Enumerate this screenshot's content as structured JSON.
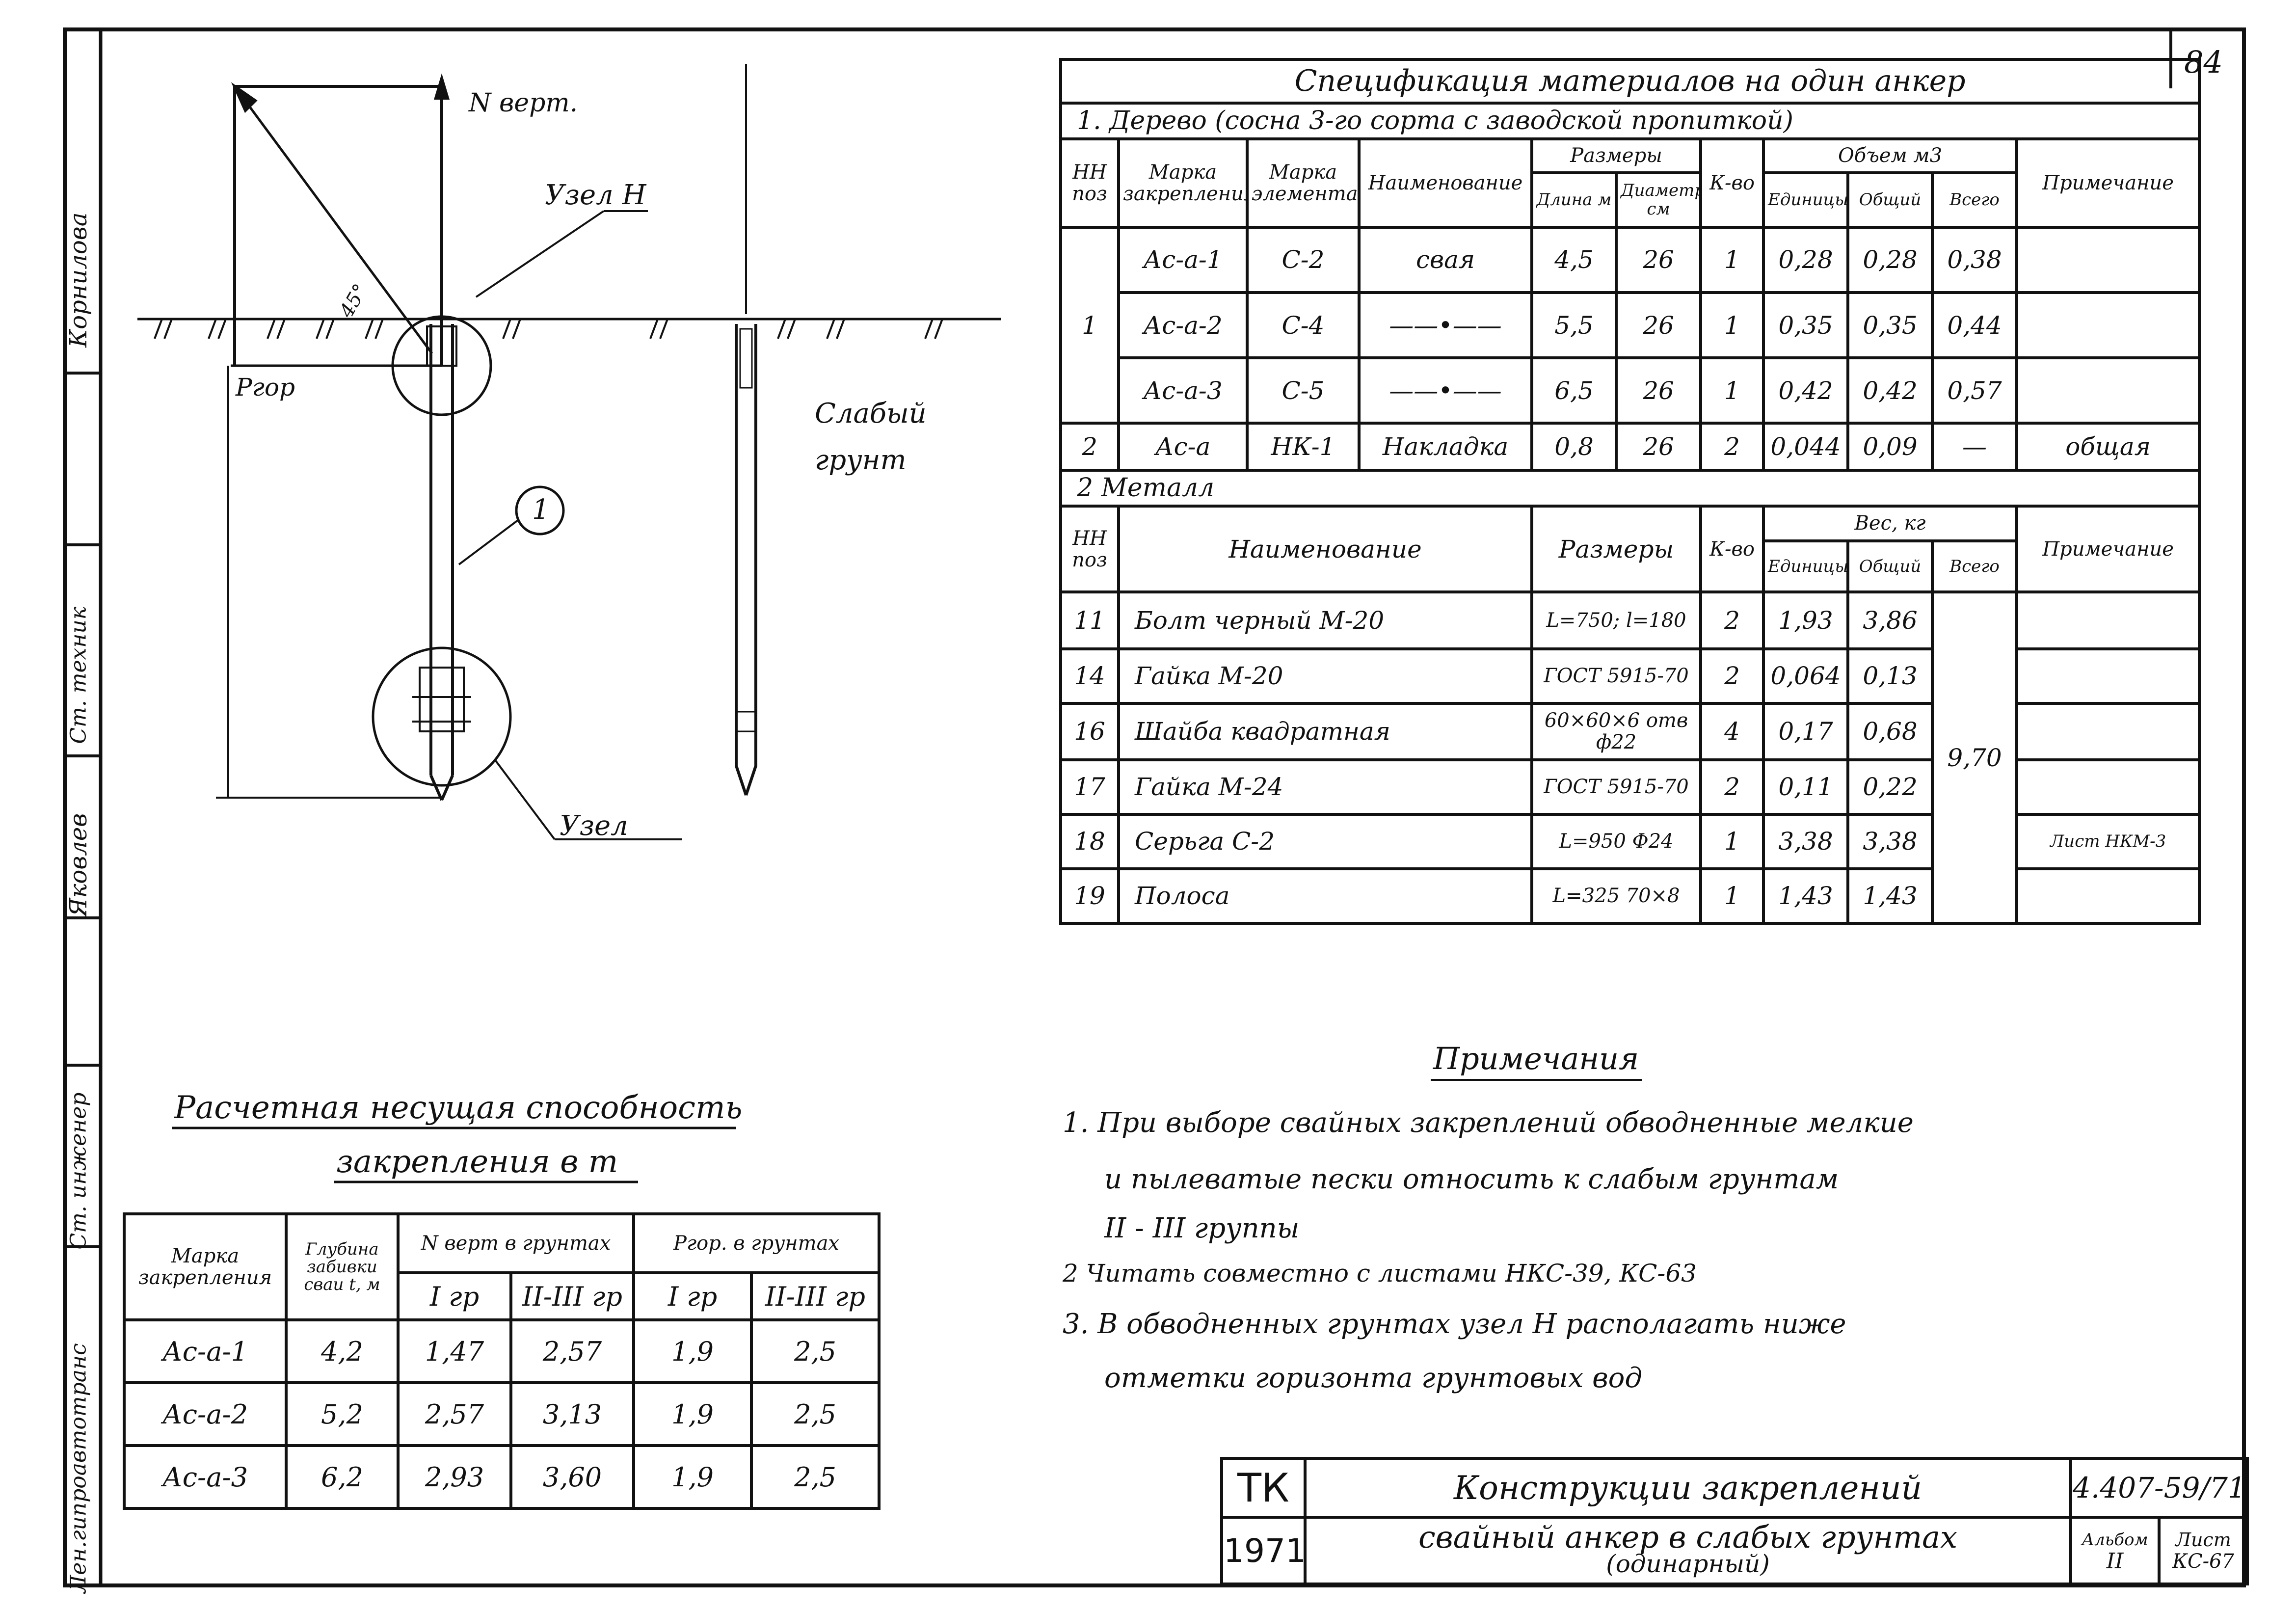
{
  "sheet_number": "84",
  "side_stamp": [
    "Лен.гипроавтотранс",
    "Ст. инженер",
    "Яковлев",
    "Ст. техник",
    "Корнилова"
  ],
  "drawing": {
    "label_n_vert": "N верт.",
    "label_node_n": "Узел Н",
    "label_p_gor": "Pгор",
    "label_angle": "45°",
    "label_position": "1",
    "label_weak_soil_1": "Слабый",
    "label_weak_soil_2": "грунт",
    "label_node": "Узел"
  },
  "spec_table": {
    "title": "Спецификация материалов на один анкер",
    "section1": "1. Дерево (сосна 3-го сорта с заводской пропиткой)",
    "headers1": {
      "pos": "НН поз",
      "mark_anchor": "Марка закрепления",
      "mark_element": "Марка элемента",
      "name": "Наименование",
      "dims": "Размеры",
      "length": "Длина м",
      "diameter": "Диаметр см",
      "qty": "К-во",
      "volume": "Объем м3",
      "unit": "Единицы",
      "total_all": "Общий",
      "sum": "Всего",
      "note": "Примечание"
    },
    "wood_rows": [
      {
        "pos": "",
        "mark": "Ас-а-1",
        "element": "С-2",
        "name": "свая",
        "length": "4,5",
        "diameter": "26",
        "qty": "1",
        "unit": "0,28",
        "total": "0,28",
        "sum": "0,38",
        "note": ""
      },
      {
        "pos": "1",
        "mark": "Ас-а-2",
        "element": "С-4",
        "name": "——•——",
        "length": "5,5",
        "diameter": "26",
        "qty": "1",
        "unit": "0,35",
        "total": "0,35",
        "sum": "0,44",
        "note": ""
      },
      {
        "pos": "",
        "mark": "Ас-а-3",
        "element": "С-5",
        "name": "——•——",
        "length": "6,5",
        "diameter": "26",
        "qty": "1",
        "unit": "0,42",
        "total": "0,42",
        "sum": "0,57",
        "note": ""
      },
      {
        "pos": "2",
        "mark": "Ас-а",
        "element": "НК-1",
        "name": "Накладка",
        "length": "0,8",
        "diameter": "26",
        "qty": "2",
        "unit": "0,044",
        "total": "0,09",
        "sum": "—",
        "note": "общая"
      }
    ],
    "section2": "2 Металл",
    "headers2": {
      "pos": "НН поз",
      "name": "Наименование",
      "dims": "Размеры",
      "qty": "К-во",
      "weight": "Вес, кг",
      "unit": "Единицы",
      "total_all": "Общий",
      "sum": "Всего",
      "note": "Примечание"
    },
    "metal_rows": [
      {
        "pos": "11",
        "name": "Болт черный М-20",
        "dims": "L=750; l=180",
        "qty": "2",
        "unit": "1,93",
        "total": "3,86",
        "note": ""
      },
      {
        "pos": "14",
        "name": "Гайка М-20",
        "dims": "ГОСТ 5915-70",
        "qty": "2",
        "unit": "0,064",
        "total": "0,13",
        "note": ""
      },
      {
        "pos": "16",
        "name": "Шайба квадратная",
        "dims": "60×60×6 отв ф22",
        "qty": "4",
        "unit": "0,17",
        "total": "0,68",
        "note": ""
      },
      {
        "pos": "17",
        "name": "Гайка М-24",
        "dims": "ГОСТ 5915-70",
        "qty": "2",
        "unit": "0,11",
        "total": "0,22",
        "note": ""
      },
      {
        "pos": "18",
        "name": "Серьга С-2",
        "dims": "L=950 Ф24",
        "qty": "1",
        "unit": "3,38",
        "total": "3,38",
        "note": "Лист НКМ-3"
      },
      {
        "pos": "19",
        "name": "Полоса",
        "dims": "L=325 70×8",
        "qty": "1",
        "unit": "1,43",
        "total": "1,43",
        "note": ""
      }
    ],
    "metal_sum": "9,70"
  },
  "notes": {
    "title": "Примечания",
    "items": [
      "1. При выборе свайных закреплений обводненные мелкие",
      "и пылеватые пески относить к слабым грунтам",
      "II - III группы",
      "2 Читать совместно с листами НКС-39, КС-63",
      "3. В обводненных грунтах узел Н располагать ниже",
      "отметки горизонта грунтовых вод"
    ]
  },
  "capacity": {
    "title_1": "Расчетная несущая способность",
    "title_2": "закрепления в т",
    "headers": {
      "mark": "Марка закрепления",
      "depth": "Глубина забивки сваи t, м",
      "n_vert": "N верт в грунтах",
      "p_gor": "Pгор. в грунтах",
      "g1": "I гр",
      "g23": "II-III гр"
    },
    "rows": [
      {
        "mark": "Ас-а-1",
        "depth": "4,2",
        "nv1": "1,47",
        "nv23": "2,57",
        "pg1": "1,9",
        "pg23": "2,5"
      },
      {
        "mark": "Ас-а-2",
        "depth": "5,2",
        "nv1": "2,57",
        "nv23": "3,13",
        "pg1": "1,9",
        "pg23": "2,5"
      },
      {
        "mark": "Ас-а-3",
        "depth": "6,2",
        "nv1": "2,93",
        "nv23": "3,60",
        "pg1": "1,9",
        "pg23": "2,5"
      }
    ]
  },
  "title_block": {
    "org": "ТК",
    "year": "1971",
    "title_line1": "Конструкции закреплений",
    "title_line2": "свайный анкер в слабых грунтах",
    "title_line3": "(одинарный)",
    "code": "4.407-59/71",
    "album_label": "Альбом",
    "album_value": "II",
    "sheet_label": "Лист",
    "sheet_value": "КС-67"
  }
}
